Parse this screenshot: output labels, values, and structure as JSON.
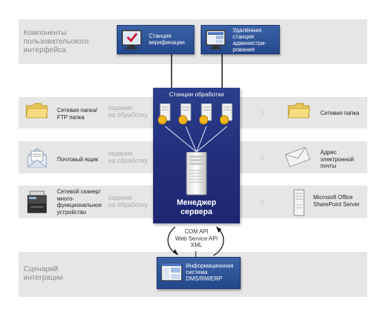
{
  "bands": {
    "ui": {
      "label": "Компоненты\nпользовательского\nинтерфейса"
    },
    "integration": {
      "label": "Сценарий\nинтеграции"
    }
  },
  "ui_components": {
    "verification": {
      "label": "Станция\nверификации",
      "icon": "monitor-checkmark-icon"
    },
    "remote_admin": {
      "label": "Удалённая\nстанция\nадминистри-\nрования",
      "icon": "monitor-window-icon"
    }
  },
  "processing": {
    "title": "Станции обработки",
    "stations": [
      "station-1",
      "station-2",
      "station-3",
      "station-4"
    ],
    "server_manager": "Менеджер\nсервера"
  },
  "rows": [
    {
      "source": "Сетевая папка/\nFTP папка",
      "task": "задание\nна обработку",
      "target": "Сетевая папка",
      "source_icon": "folder-icon",
      "target_icon": "folder-icon"
    },
    {
      "source": "Почтовый ящик",
      "task": "задание\nна обработку",
      "target": "Адрес\nэлектронной\nпочты",
      "source_icon": "mailbox-icon",
      "target_icon": "envelope-icon"
    },
    {
      "source": "Сетевой сканер/\nмного-\nфункциональное\nустройство",
      "task": "задание\nна обработку",
      "target": "Microsoft Office\nSharePoint Server",
      "source_icon": "scanner-icon",
      "target_icon": "server-icon"
    }
  ],
  "api": {
    "label": "COM API\nWeb Service API\nXML"
  },
  "integration_system": {
    "label": "Информационная\nсистема\nDMS/RM/ERP",
    "icon": "application-window-icon"
  },
  "colors": {
    "band": "#e6e6e6",
    "blue_box": "#2c4f96",
    "server_box": "#252f7c",
    "muted_text": "#888888"
  }
}
